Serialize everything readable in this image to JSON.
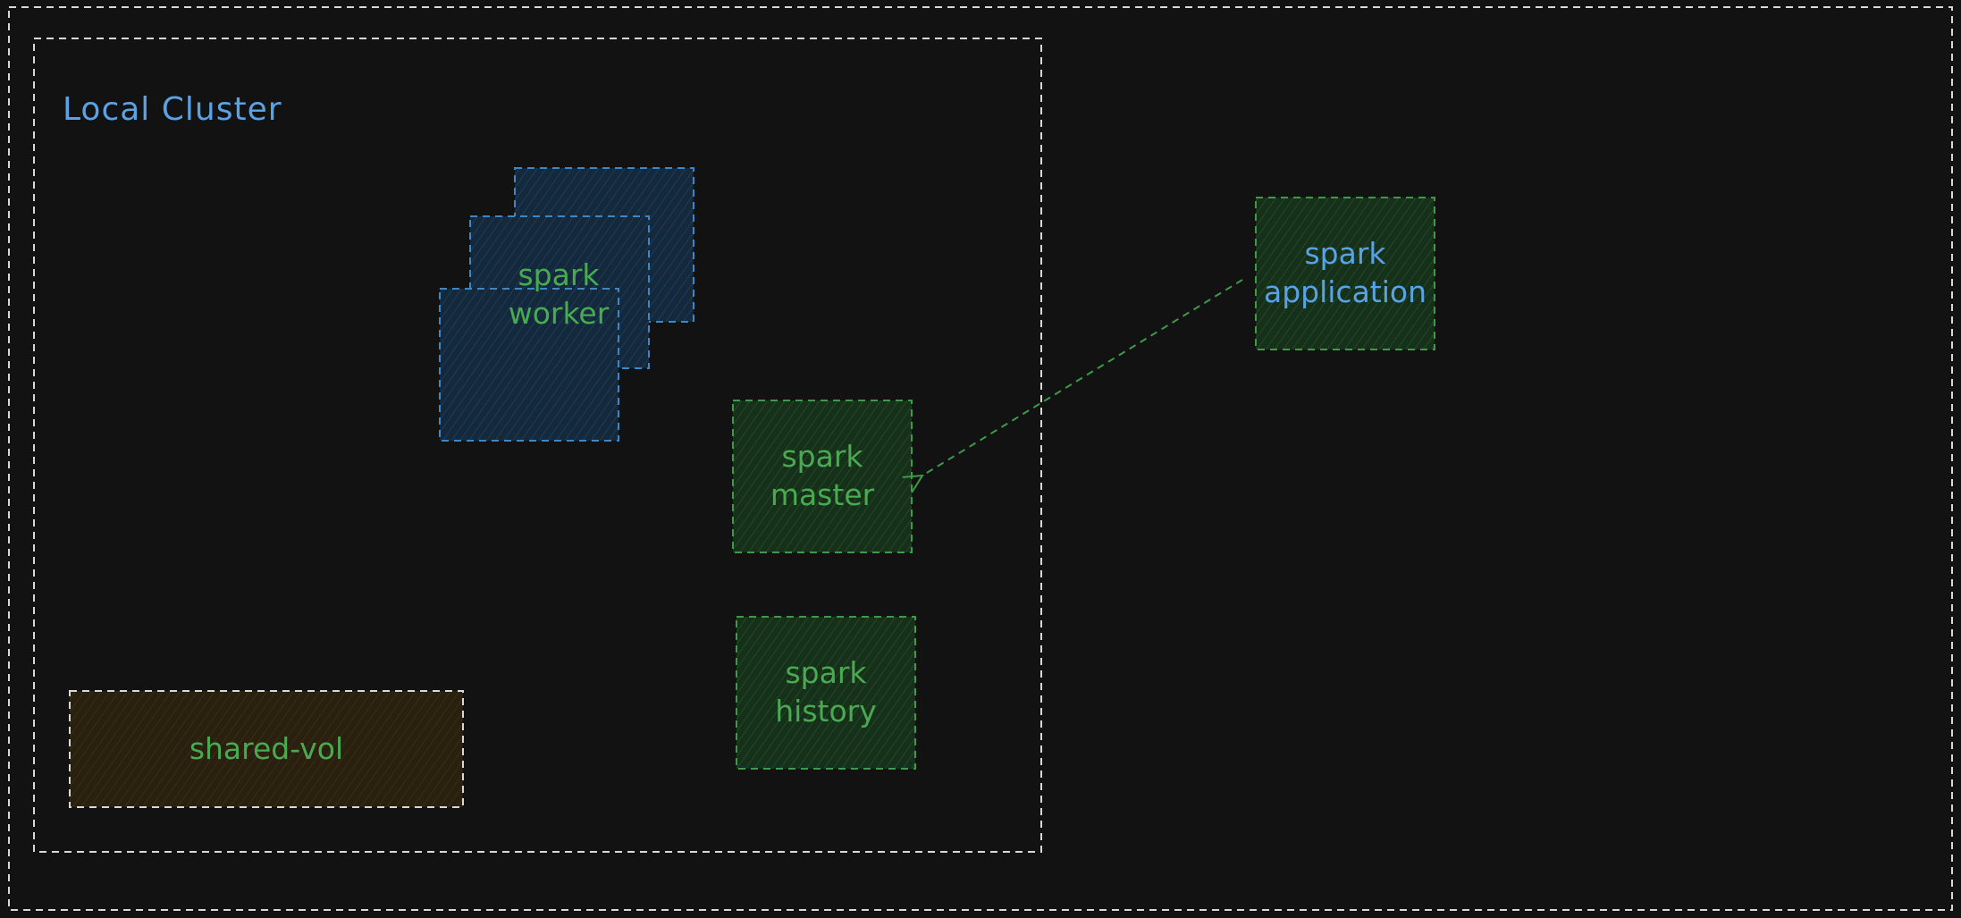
{
  "colors": {
    "background": "#121212",
    "frame_stroke": "#d8d8d8",
    "green_text": "#4aaa52",
    "blue_text": "#5aa2e4",
    "green_box_fill": "#16301a",
    "green_box_stroke": "#3e9a48",
    "blue_box_fill": "#14293c",
    "blue_box_stroke": "#3f86c4",
    "orange_box_fill": "#2a2010",
    "arrow": "#3e9a48"
  },
  "cluster": {
    "title": "Local Cluster"
  },
  "nodes": {
    "spark_worker": "spark\nworker",
    "spark_master": "spark\nmaster",
    "spark_history": "spark\nhistory",
    "shared_vol": "shared-vol",
    "spark_application": "spark\napplication"
  },
  "edges": [
    {
      "from": "spark application",
      "to": "spark master",
      "style": "dashed-arrow"
    }
  ]
}
